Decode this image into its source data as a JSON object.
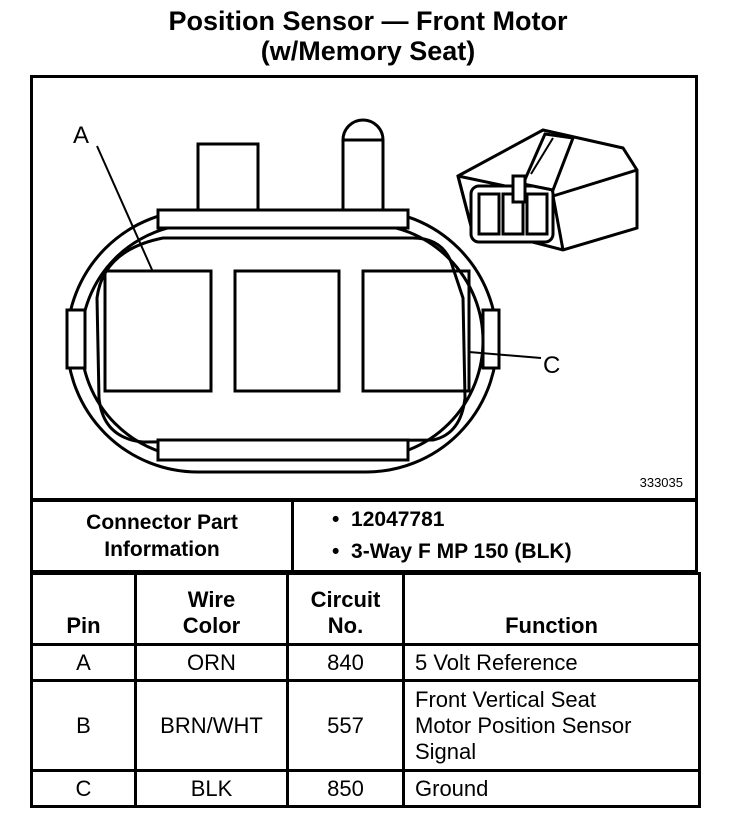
{
  "title": {
    "line1": "Position Sensor — Front Motor",
    "line2": "(w/Memory Seat)"
  },
  "diagram": {
    "callout_a": "A",
    "callout_c": "C",
    "image_code": "333035"
  },
  "connector_info": {
    "label_line1": "Connector Part",
    "label_line2": "Information",
    "items": [
      "12047781",
      "3-Way F MP 150 (BLK)"
    ]
  },
  "pin_table": {
    "headers": {
      "pin": "Pin",
      "wire_color_1": "Wire",
      "wire_color_2": "Color",
      "circuit_1": "Circuit",
      "circuit_2": "No.",
      "function": "Function"
    },
    "rows": [
      {
        "pin": "A",
        "wire": "ORN",
        "circuit": "840",
        "function": [
          "5 Volt Reference"
        ]
      },
      {
        "pin": "B",
        "wire": "BRN/WHT",
        "circuit": "557",
        "function": [
          "Front Vertical Seat",
          "Motor Position Sensor",
          "Signal"
        ]
      },
      {
        "pin": "C",
        "wire": "BLK",
        "circuit": "850",
        "function": [
          "Ground"
        ]
      }
    ]
  }
}
